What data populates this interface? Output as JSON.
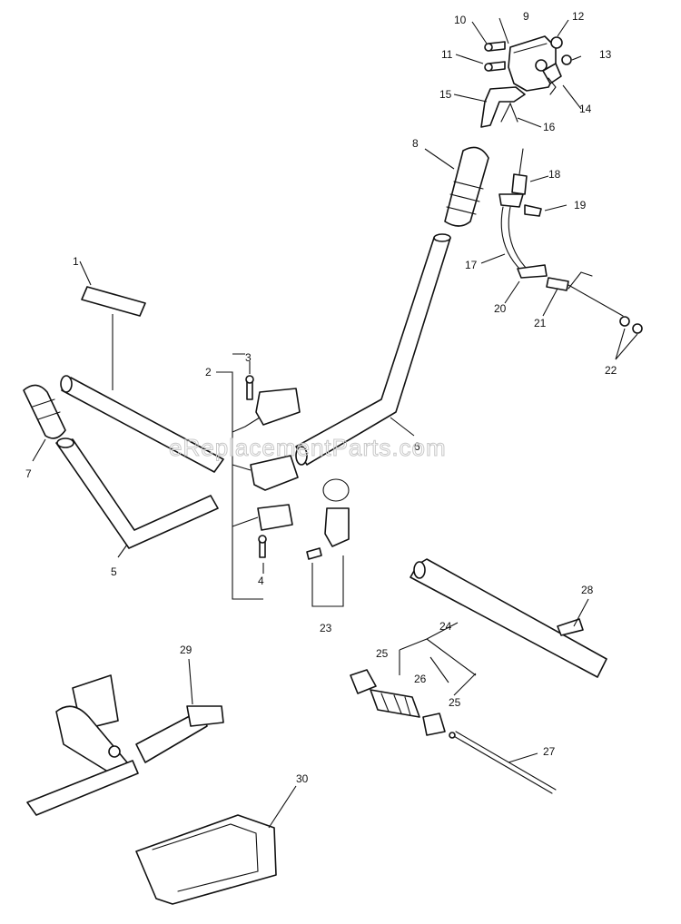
{
  "watermark": "eReplacementParts.com",
  "callouts": [
    "1",
    "2",
    "3",
    "4",
    "5",
    "6",
    "7",
    "8",
    "9",
    "10",
    "11",
    "12",
    "13",
    "14",
    "15",
    "16",
    "17",
    "18",
    "19",
    "20",
    "21",
    "22",
    "23",
    "24",
    "25",
    "25",
    "26",
    "27",
    "28",
    "29",
    "30"
  ]
}
